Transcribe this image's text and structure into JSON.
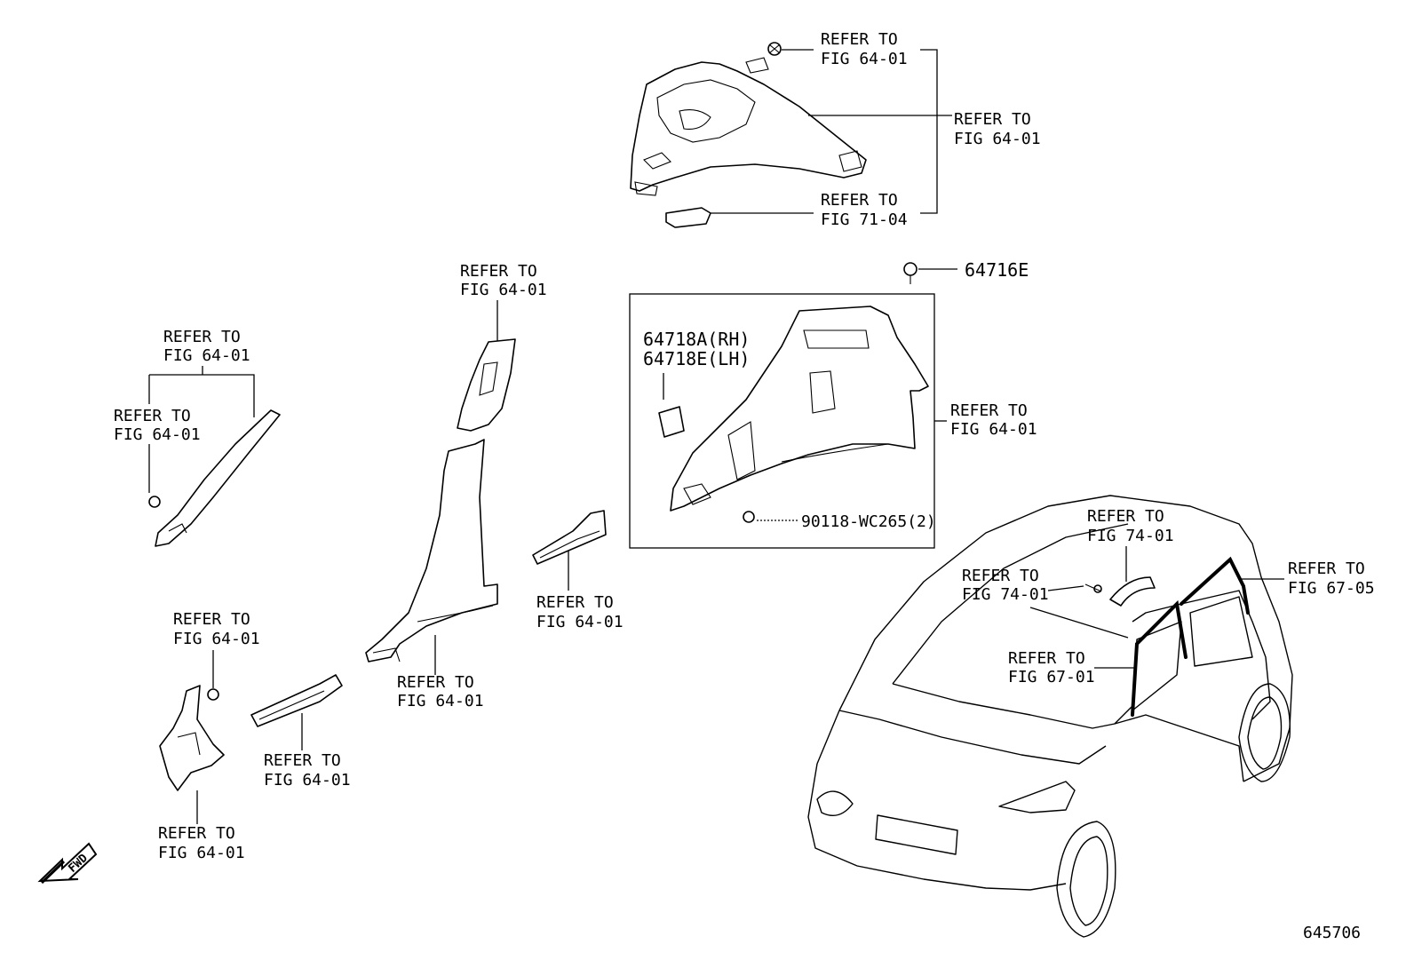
{
  "labels": {
    "top_clip": [
      "REFER TO",
      "FIG 64-01"
    ],
    "top_panel": [
      "REFER TO",
      "FIG 64-01"
    ],
    "top_lamp": [
      "REFER TO",
      "FIG 71-04"
    ],
    "b_pillar_upper": [
      "REFER TO",
      "FIG 64-01"
    ],
    "a_pillar": [
      "REFER TO",
      "FIG 64-01"
    ],
    "a_pillar_clip": [
      "REFER TO",
      "FIG 64-01"
    ],
    "quarter_panel": [
      "REFER TO",
      "FIG 64-01"
    ],
    "rear_scuff": [
      "REFER TO",
      "FIG 64-01"
    ],
    "b_pillar_lower": [
      "REFER TO",
      "FIG 64-01"
    ],
    "cowl_clip": [
      "REFER TO",
      "FIG 64-01"
    ],
    "front_scuff": [
      "REFER TO",
      "FIG 64-01"
    ],
    "cowl_side": [
      "REFER TO",
      "FIG 64-01"
    ],
    "grip_handle": [
      "REFER TO",
      "FIG 74-01"
    ],
    "grip_bolt": [
      "REFER TO",
      "FIG 74-01"
    ],
    "door_weatherstrip_rear": [
      "REFER TO",
      "FIG 67-05"
    ],
    "door_weatherstrip_front": [
      "REFER TO",
      "FIG 67-01"
    ]
  },
  "part_numbers": {
    "clip": "64716E",
    "panel_rh": "64718A(RH)",
    "panel_lh": "64718E(LH)",
    "screw": "90118-WC265(2)"
  },
  "fwd_label": "FWD",
  "figure_id": "645706"
}
